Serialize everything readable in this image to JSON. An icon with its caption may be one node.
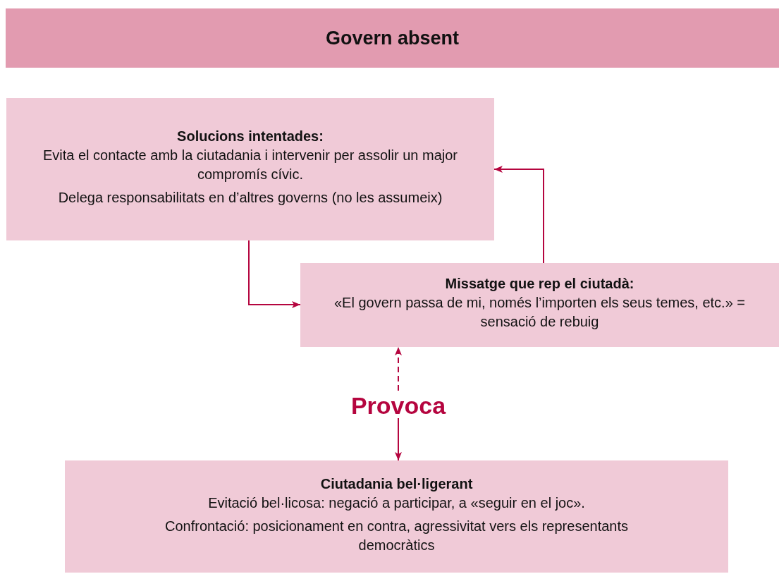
{
  "diagram": {
    "nodes": [
      {
        "text": [
          "Govern absent"
        ]
      },
      {
        "text": [
          "Solucions intentades:",
          "Evita el contacte amb la ciutadania i intervenir per assolir un major compromís cívic.",
          "Delega responsabilitats en d’altres governs (no les assumeix)"
        ]
      },
      {
        "text": [
          "Missatge que rep el ciutadà:",
          "«El govern passa de mi, només l’importen els seus temes, etc.» = sensació de rebuig"
        ]
      },
      {
        "text": [
          "Ciutadania bel·ligerant",
          "Evitació bel·licosa: negació a participar, a «seguir en el joc».",
          "Confrontació: posicionament en contra, agressivitat vers els representants democràtics"
        ]
      }
    ],
    "edges": [
      {
        "from": 1,
        "to": 2,
        "arrow": "to"
      },
      {
        "from": 2,
        "to": 1,
        "arrow": "to"
      },
      {
        "from": 2,
        "to": 3,
        "arrow": "both",
        "label": "Provoca",
        "style": "dashed"
      }
    ]
  }
}
